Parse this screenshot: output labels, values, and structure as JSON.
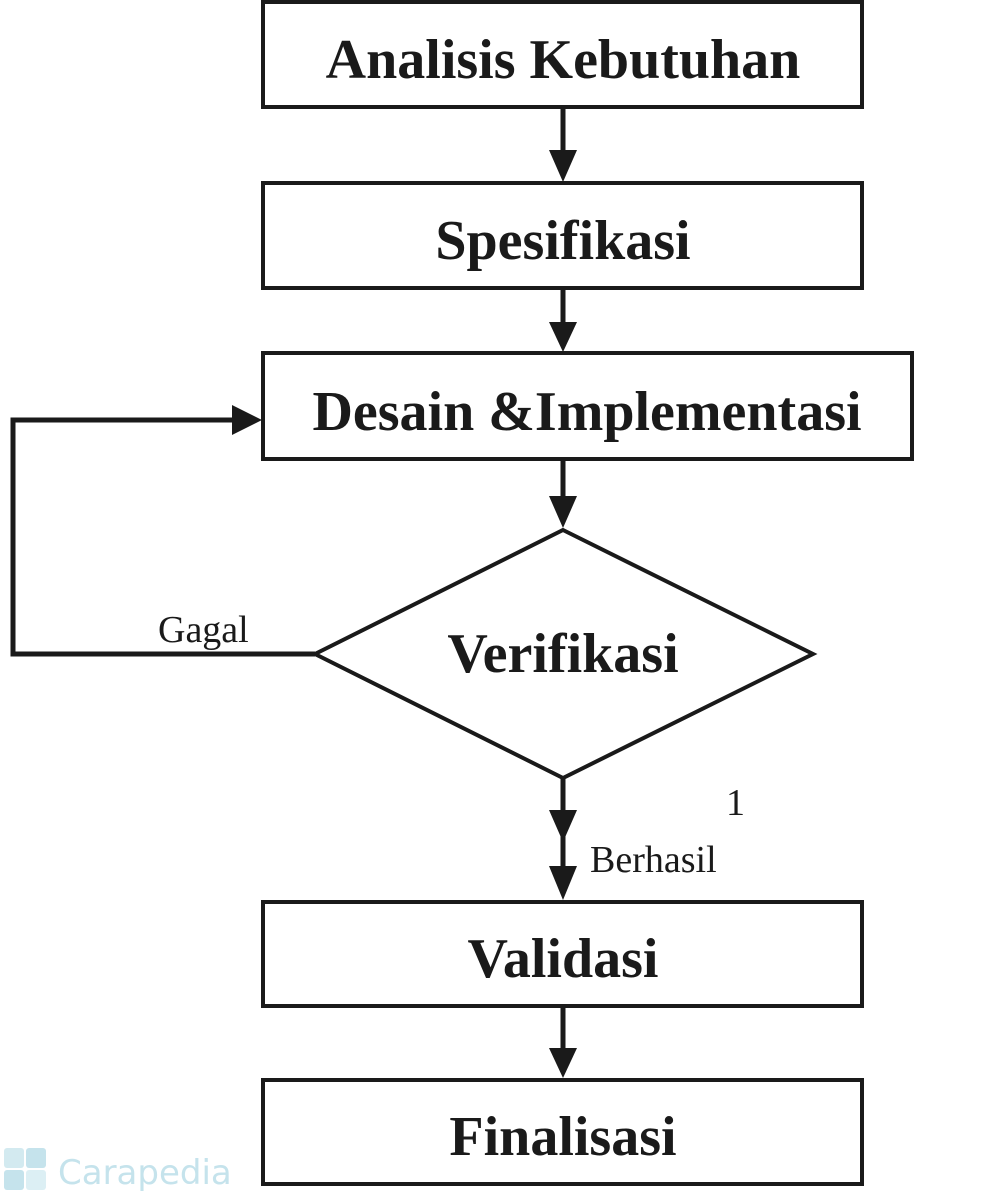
{
  "steps": {
    "analisis": "Analisis Kebutuhan",
    "spesifikasi": "Spesifikasi",
    "desain": "Desain &Implementasi",
    "verifikasi": "Verifikasi",
    "validasi": "Validasi",
    "finalisasi": "Finalisasi"
  },
  "edges": {
    "fail_label": "Gagal",
    "success_label": "Berhasil",
    "marker": "1"
  },
  "watermark": {
    "text": "Carapedia"
  },
  "colors": {
    "ink": "#1a1a1a",
    "background": "#ffffff",
    "watermark": "#bfe0ea"
  }
}
